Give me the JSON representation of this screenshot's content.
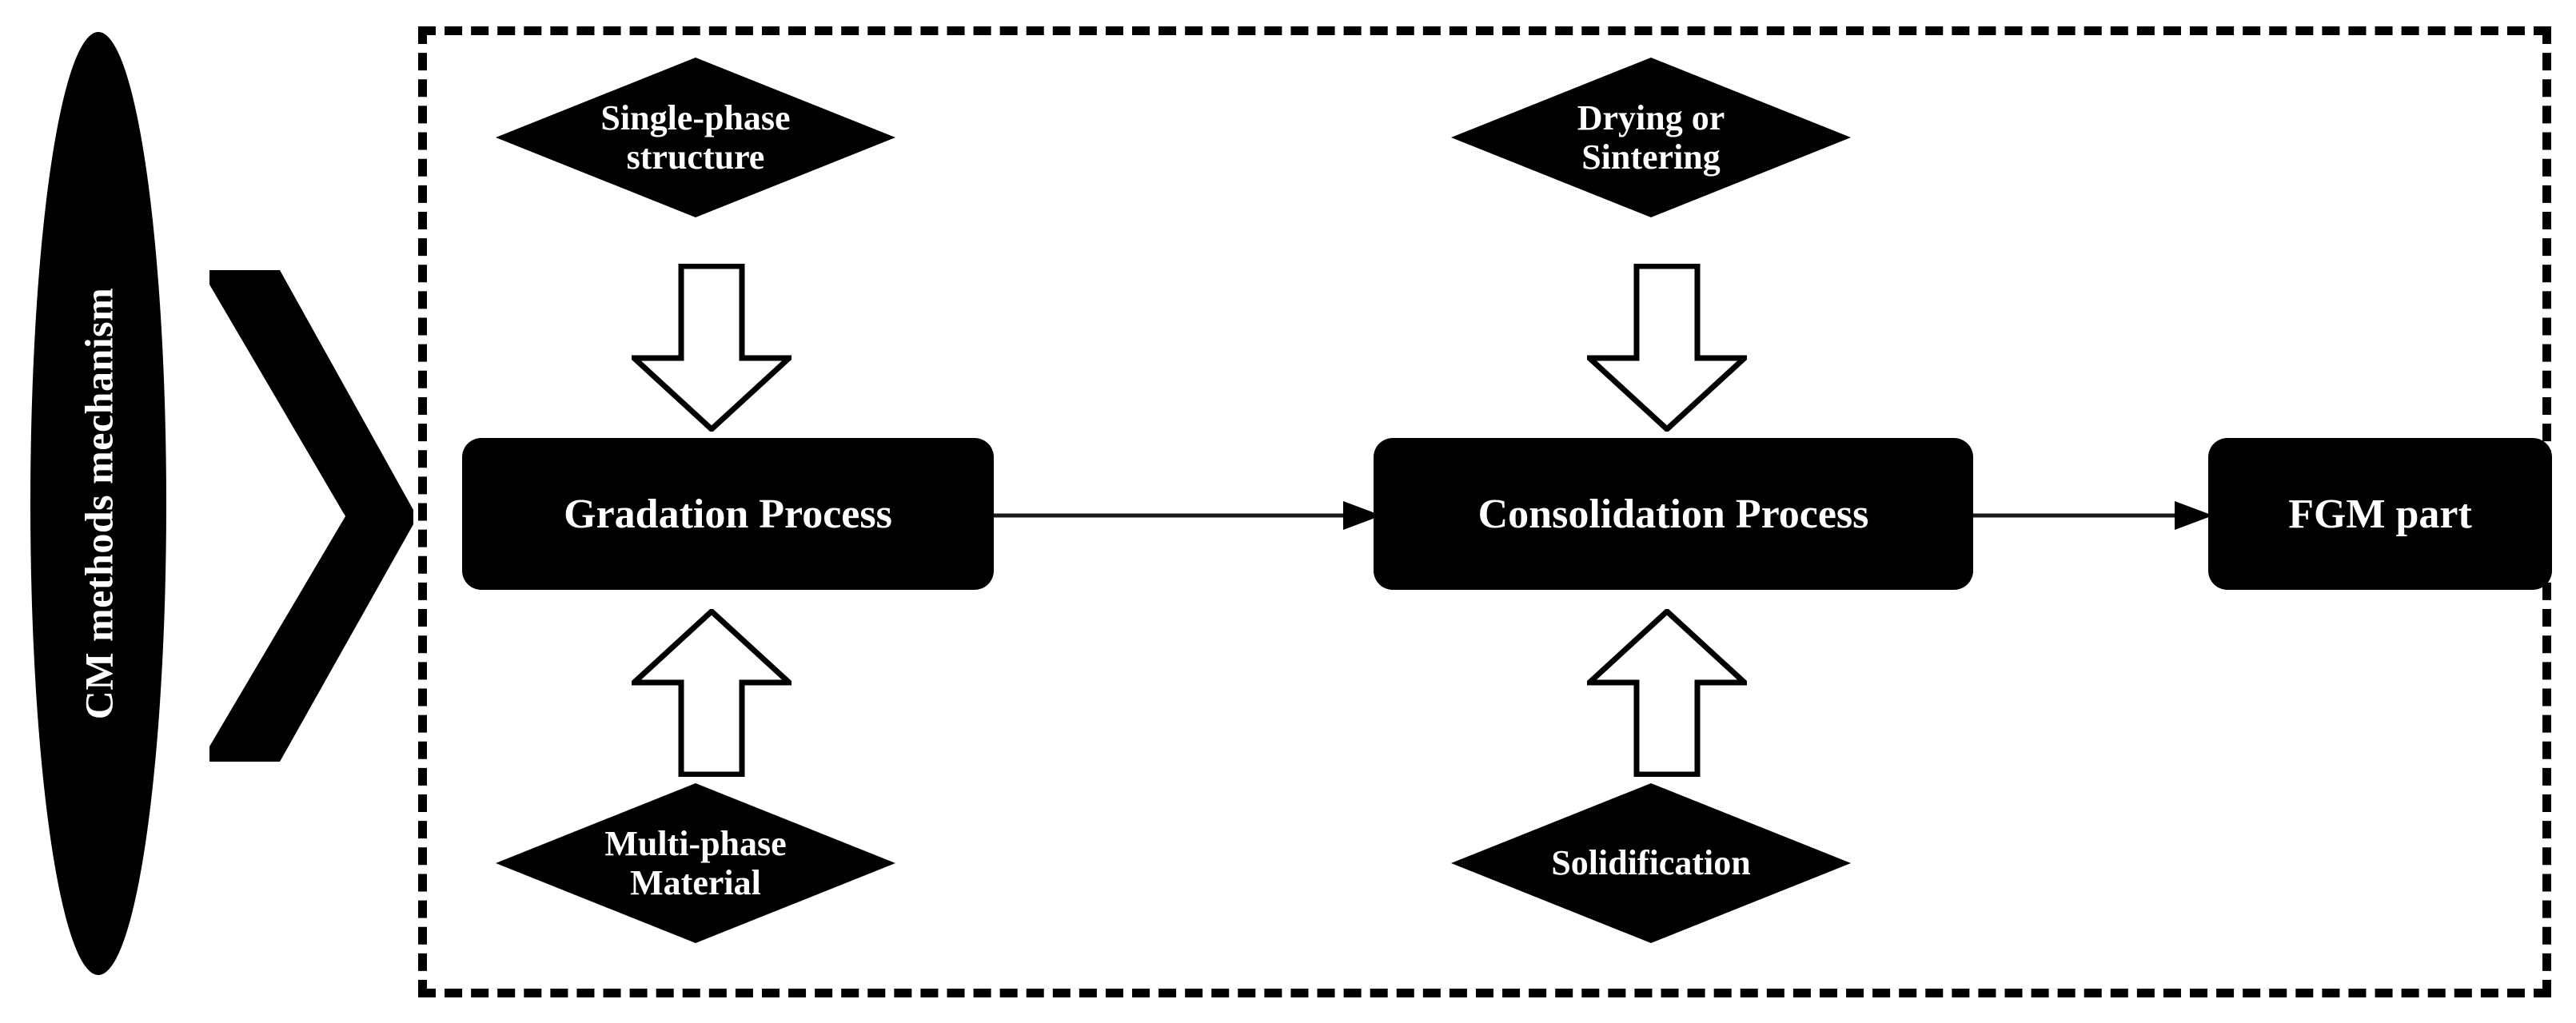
{
  "figure": {
    "type": "process-flow-diagram",
    "title": "CM methods mechanism",
    "colors": {
      "shape_fill": "#000000",
      "shape_text": "#ffffff",
      "outline": "#000000",
      "background": "#ffffff"
    }
  },
  "side_label": {
    "text": "CM methods mechanism",
    "orientation": "vertical-rotated-90"
  },
  "chevron": {
    "name": "chevron-right",
    "points_to": "Gradation Process"
  },
  "container": {
    "border_style": "dashed",
    "label": ""
  },
  "diamonds": [
    {
      "id": "single-phase-structure",
      "text": "Single-phase\nstructure",
      "position": "top-left"
    },
    {
      "id": "drying-or-sintering",
      "text": "Drying or\nSintering",
      "position": "top-right"
    },
    {
      "id": "multi-phase-material",
      "text": "Multi-phase\nMaterial",
      "position": "bottom-left"
    },
    {
      "id": "solidification",
      "text": "Solidification",
      "position": "bottom-right"
    }
  ],
  "process_boxes": [
    {
      "id": "gradation-process",
      "label": "Gradation Process"
    },
    {
      "id": "consolidation-process",
      "label": "Consolidation Process"
    },
    {
      "id": "fgm-part",
      "label": "FGM part"
    }
  ],
  "arrows": {
    "down_left": {
      "name": "hollow-arrow-down",
      "from": "Single-phase structure",
      "to": "Gradation Process"
    },
    "down_right": {
      "name": "hollow-arrow-down",
      "from": "Drying or Sintering",
      "to": "Consolidation Process"
    },
    "up_left": {
      "name": "hollow-arrow-up",
      "from": "Multi-phase Material",
      "to": "Gradation Process"
    },
    "up_right": {
      "name": "hollow-arrow-up",
      "from": "Solidification",
      "to": "Consolidation Process"
    },
    "connector_1": {
      "name": "flow-arrow-right",
      "from": "Gradation Process",
      "to": "Consolidation Process"
    },
    "connector_2": {
      "name": "flow-arrow-right",
      "from": "Consolidation Process",
      "to": "FGM part"
    }
  }
}
